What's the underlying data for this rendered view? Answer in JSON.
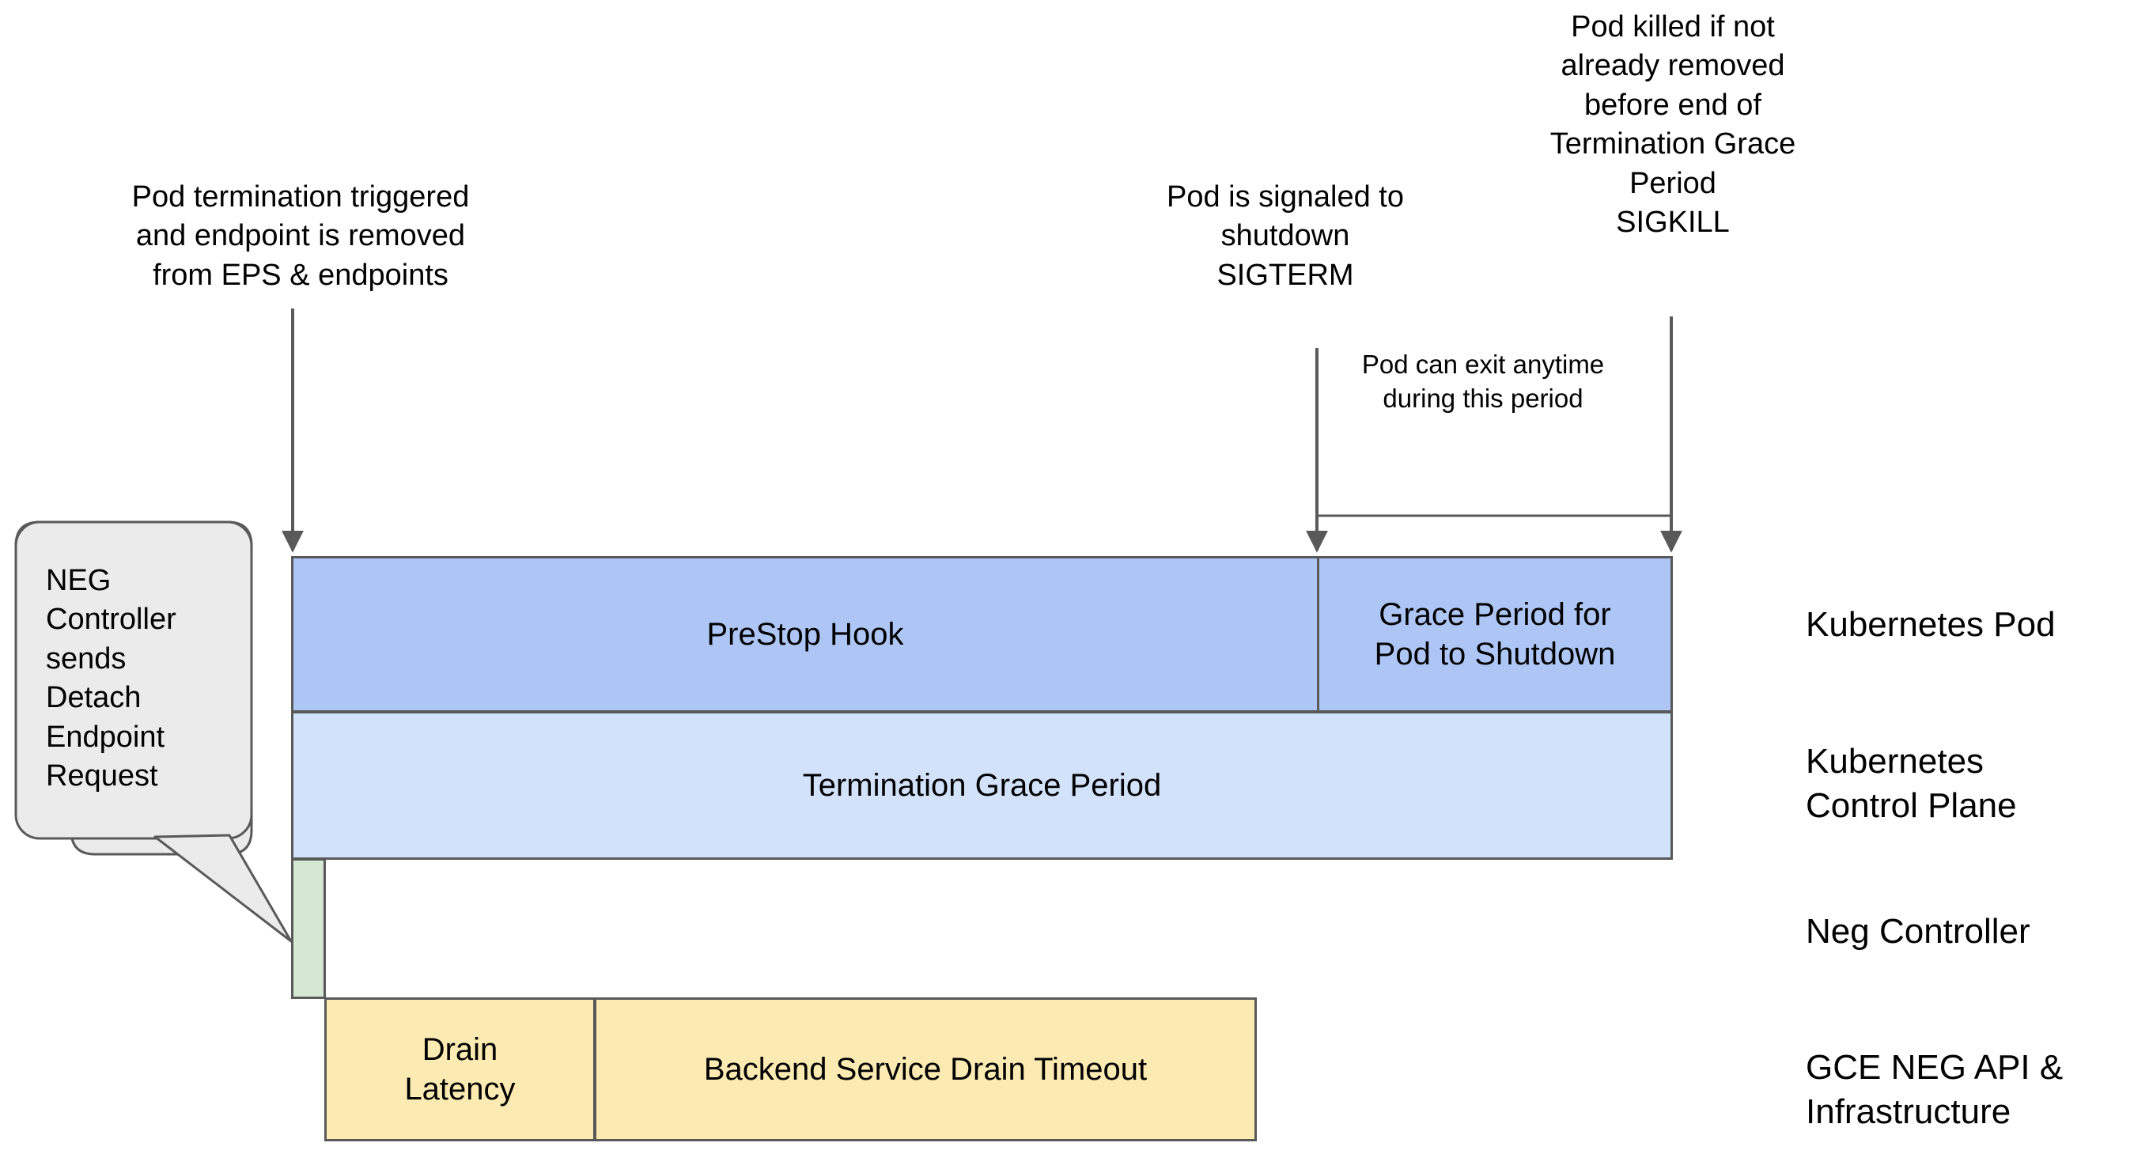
{
  "diagram": {
    "title": "Kubernetes Pod termination timeline with NEG draining",
    "colors": {
      "prestop_fill": "#aec6f5",
      "grace_fill": "#aec6f5",
      "termination_grace_fill": "#d2e2fb",
      "neg_fill": "#d5e8d4",
      "drain_fill": "#fbeab1",
      "stroke": "#595959",
      "callout_fill": "#ebebeb",
      "background": "#ffffff"
    }
  },
  "annotations": {
    "pod_termination": "Pod termination triggered\nand endpoint is removed\nfrom EPS & endpoints",
    "sigterm": "Pod is signaled to\nshutdown\nSIGTERM",
    "sigkill": "Pod killed if not\nalready removed\nbefore end of\nTermination Grace\nPeriod\nSIGKILL",
    "pod_can_exit": "Pod can exit anytime\nduring this period"
  },
  "callout": {
    "text": "NEG\nController\nsends\nDetach\nEndpoint\nRequest"
  },
  "bars": {
    "prestop_hook": "PreStop Hook",
    "grace_period": "Grace Period for\nPod to Shutdown",
    "termination_grace_period": "Termination Grace Period",
    "neg_controller": "",
    "drain_latency": "Drain\nLatency",
    "backend_service_drain_timeout": "Backend Service Drain Timeout"
  },
  "legend": {
    "pod": "Kubernetes Pod",
    "control_plane": "Kubernetes\nControl Plane",
    "neg_controller": "Neg Controller",
    "gce": "GCE NEG API &\nInfrastructure"
  }
}
